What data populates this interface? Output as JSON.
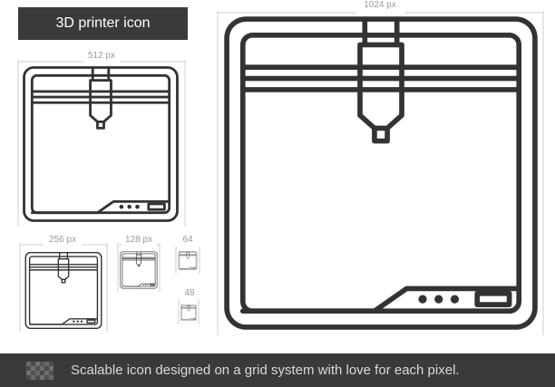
{
  "title": "3D printer icon",
  "size_labels": {
    "s1024": "1024 px",
    "s512": "512 px",
    "s256": "256 px",
    "s128": "128 px",
    "s64": "64",
    "s48": "48"
  },
  "footer": {
    "text": "Scalable icon designed on a grid system with love for each pixel."
  },
  "colors": {
    "stroke": "#333333",
    "badge": "#3a3a3a",
    "guide": "#c8c8c8"
  },
  "icons": {
    "printer": "3d-printer-icon",
    "grid": "grid-icon"
  }
}
